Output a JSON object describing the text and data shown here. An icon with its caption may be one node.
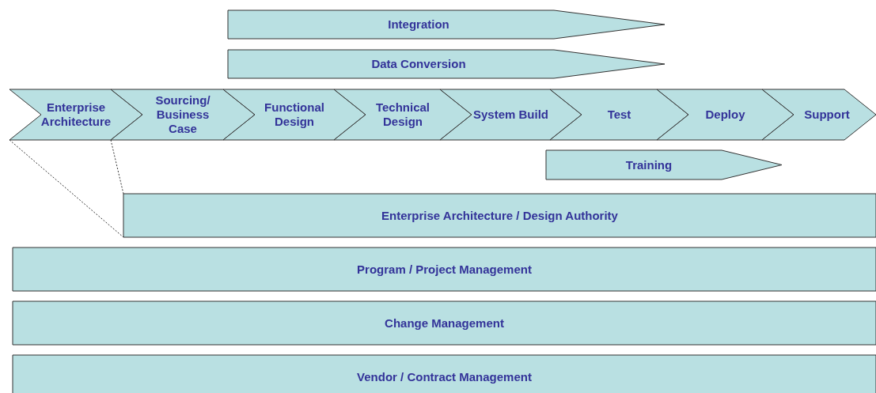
{
  "diagram": {
    "nodes": [
      {
        "text": [
          "Integration"
        ]
      },
      {
        "text": [
          "Data Conversion"
        ]
      },
      {
        "text": [
          "Enterprise Architecture"
        ]
      },
      {
        "text": [
          "Sourcing/ Business Case"
        ]
      },
      {
        "text": [
          "Functional Design"
        ]
      },
      {
        "text": [
          "Technical Design"
        ]
      },
      {
        "text": [
          "System Build"
        ]
      },
      {
        "text": [
          "Test"
        ]
      },
      {
        "text": [
          "Deploy"
        ]
      },
      {
        "text": [
          "Support"
        ]
      },
      {
        "text": [
          "Training"
        ]
      },
      {
        "text": [
          "Enterprise Architecture / Design Authority"
        ]
      },
      {
        "text": [
          "Program / Project Management"
        ]
      },
      {
        "text": [
          "Change Management"
        ]
      },
      {
        "text": [
          "Vendor / Contract Management"
        ]
      }
    ],
    "edges": [
      {
        "from": 2,
        "to": 11,
        "arrow": "none",
        "style": "dashed"
      },
      {
        "from": 2,
        "to": 11,
        "arrow": "none",
        "style": "dashed"
      }
    ]
  }
}
